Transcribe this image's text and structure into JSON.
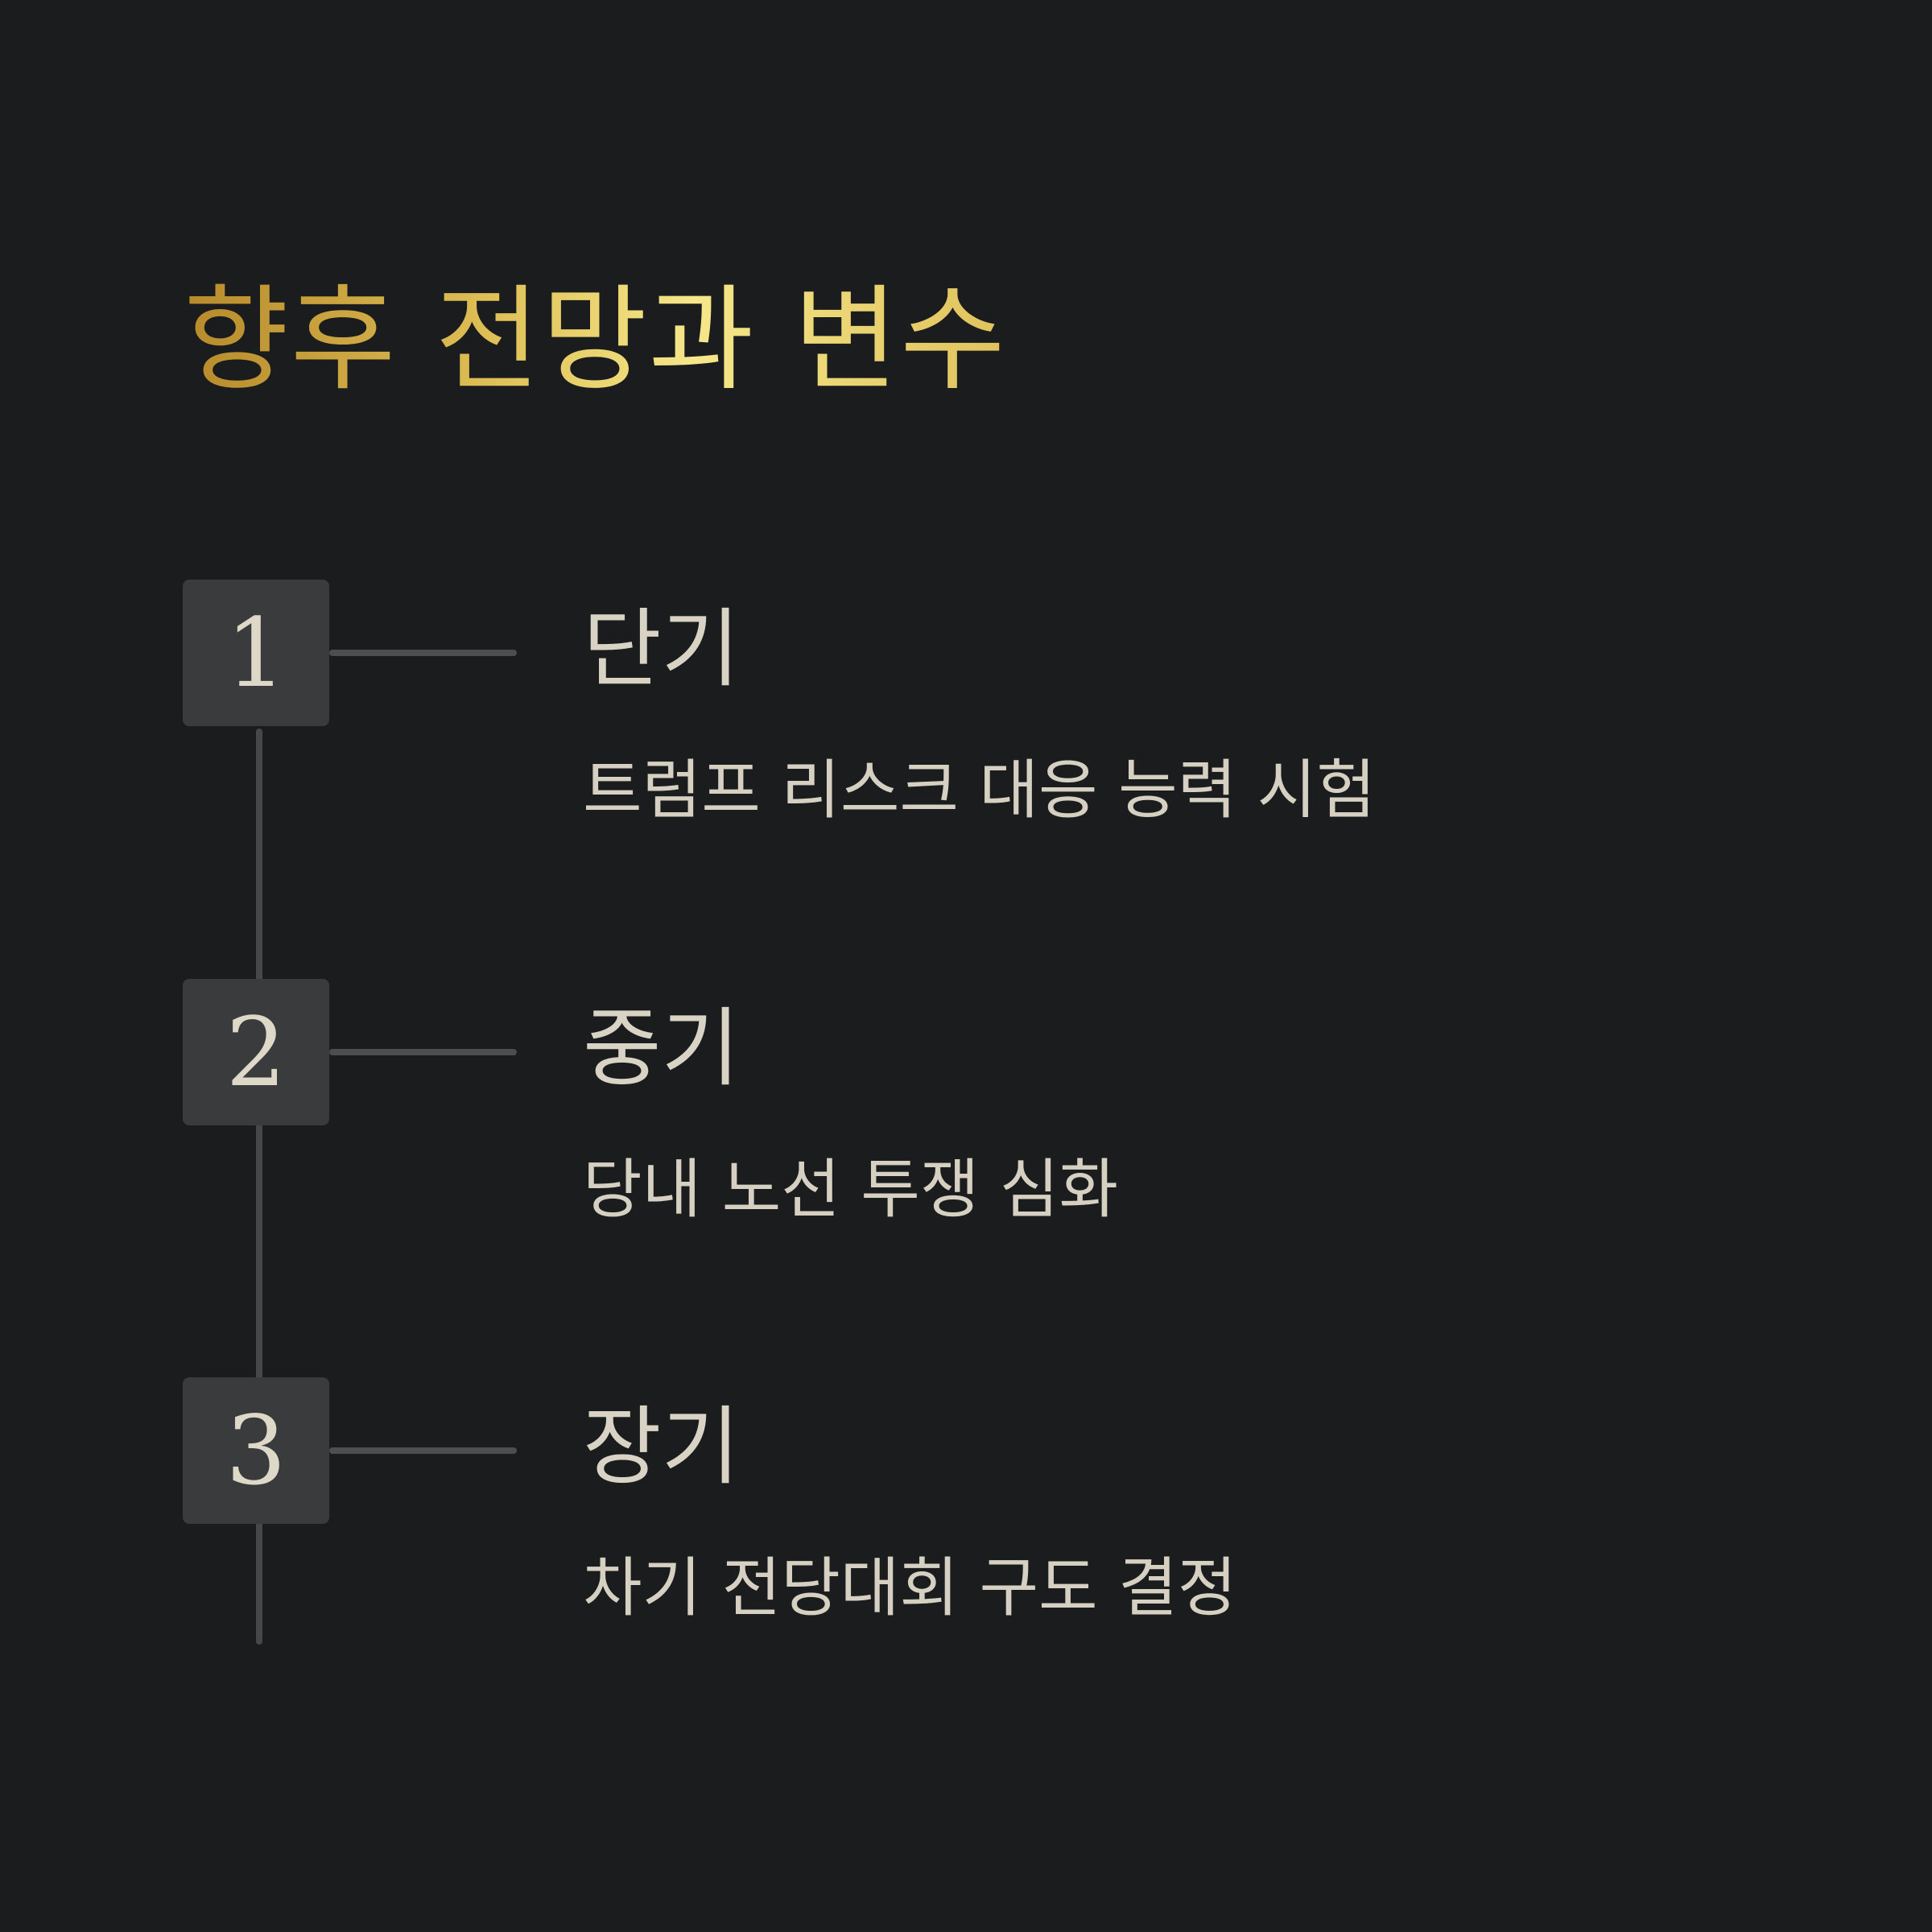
{
  "title": "향후 전망과 변수",
  "colors": {
    "background": "#1b1c1e",
    "title_gradient": [
      "#b78a2b",
      "#dcbc52",
      "#f6e78a",
      "#dfc25c"
    ],
    "badge": "#3a3b3d",
    "line": "#474747",
    "text": "#d8d3c4"
  },
  "steps": [
    {
      "number": "1",
      "title": "단기",
      "description": "트럼프 리스크 대응 능력 시험"
    },
    {
      "number": "2",
      "title": "중기",
      "description": "당내 노선 투쟁 심화"
    },
    {
      "number": "3",
      "title": "장기",
      "description": "차기 전당대회 구도 결정"
    }
  ]
}
